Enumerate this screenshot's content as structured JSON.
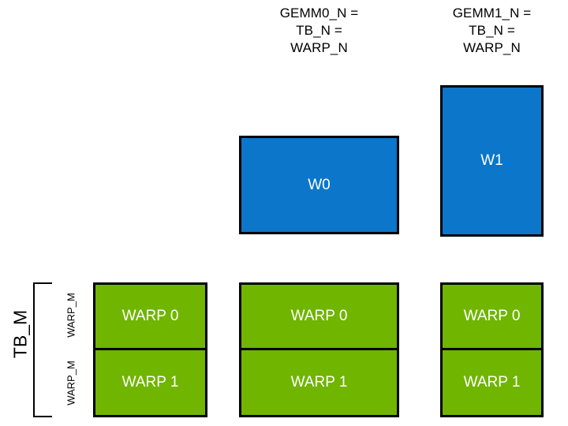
{
  "diagram": {
    "title_gemm0": "GEMM0_N =\nTB_N =\nWARP_N",
    "title_gemm1": "GEMM1_N =\nTB_N =\nWARP_N",
    "colors": {
      "warp_tile_blue": "#0b76ca",
      "warp_row_green": "#70b500",
      "outline": "#000000",
      "background": "#ffffff",
      "box_label": "#ffffff"
    },
    "warp_tiles": [
      {
        "label": "W0",
        "column": "gemm0"
      },
      {
        "label": "W1",
        "column": "gemm1"
      }
    ],
    "warp_columns": [
      {
        "column": "tb",
        "cells": [
          "WARP 0",
          "WARP 1"
        ]
      },
      {
        "column": "gemm0",
        "cells": [
          "WARP 0",
          "WARP 1"
        ]
      },
      {
        "column": "gemm1",
        "cells": [
          "WARP 0",
          "WARP 1"
        ]
      }
    ],
    "annotations": {
      "tb_m": "TB_M",
      "warp_m_top": "WARP_M",
      "warp_m_bottom": "WARP_M"
    }
  }
}
